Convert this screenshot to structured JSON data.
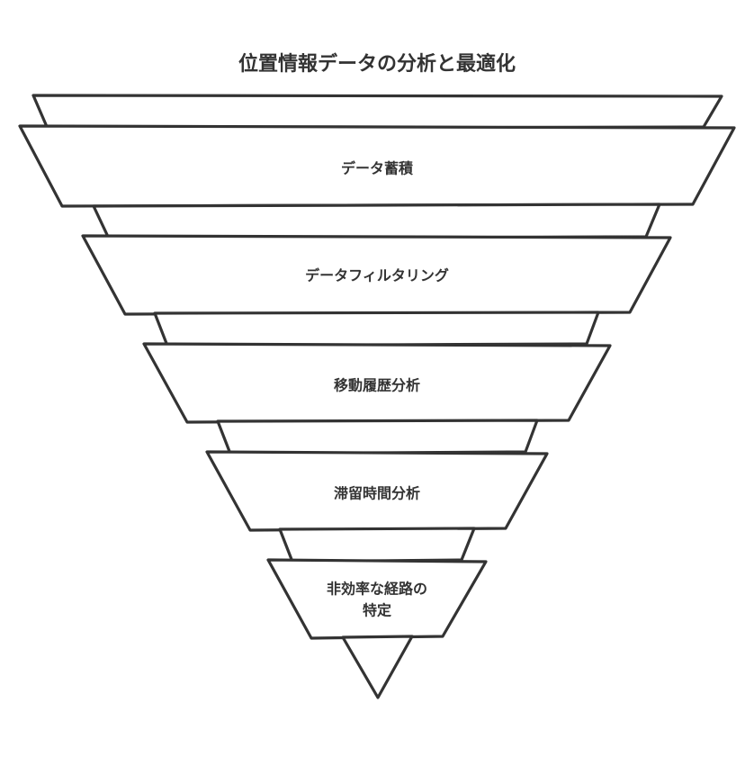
{
  "diagram": {
    "title": "位置情報データの分析と最適化",
    "levels": [
      {
        "label_lines": [
          "データ蓄積"
        ]
      },
      {
        "label_lines": [
          "データフィルタリング"
        ]
      },
      {
        "label_lines": [
          "移動履歴分析"
        ]
      },
      {
        "label_lines": [
          "滞留時間分析"
        ]
      },
      {
        "label_lines": [
          "非効率な経路の",
          "特定"
        ]
      }
    ]
  },
  "colors": {
    "stroke": "#333333",
    "fill": "#ffffff",
    "text": "#333333"
  }
}
